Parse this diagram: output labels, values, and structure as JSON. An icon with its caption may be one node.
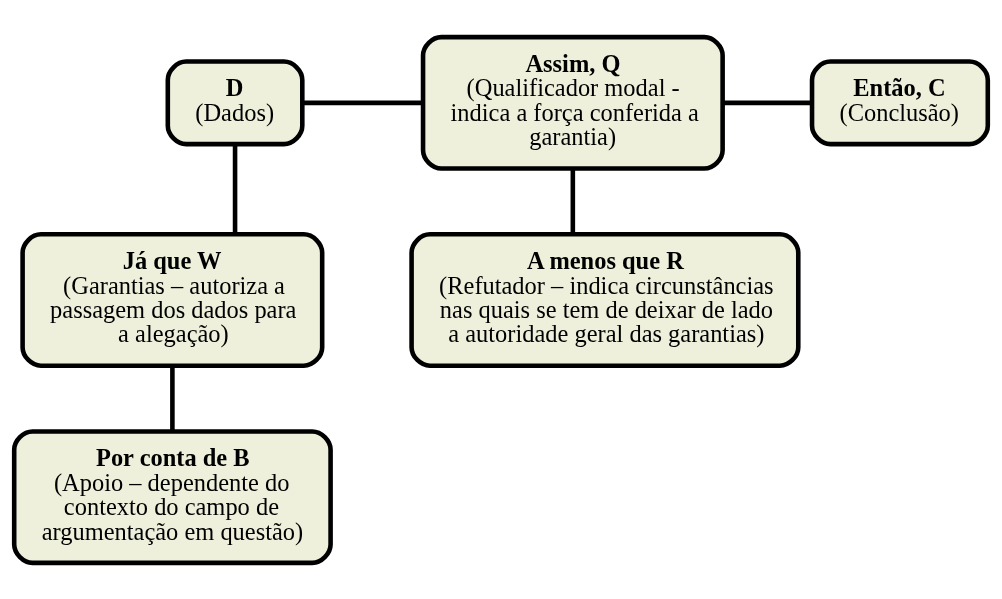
{
  "diagram": {
    "nodes": [
      {
        "text": [
          "D",
          "(Dados)"
        ]
      },
      {
        "text": [
          "Assim, Q",
          "(Qualificador modal - indica a força conferida a garantia)"
        ]
      },
      {
        "text": [
          "Então, C",
          "(Conclusão)"
        ]
      },
      {
        "text": [
          "Já que W",
          "(Garantias – autoriza a passagem dos dados para a alegação)"
        ]
      },
      {
        "text": [
          "A menos que R",
          "(Refutador – indica circunstâncias nas quais se tem de deixar de lado a autoridade geral das garantias)"
        ]
      },
      {
        "text": [
          "Por conta de B",
          "(Apoio – dependente do contexto do campo de argumentação em questão)"
        ]
      }
    ],
    "edges": [
      {
        "from": 0,
        "to": 1,
        "arrow": "none"
      },
      {
        "from": 1,
        "to": 2,
        "arrow": "none"
      },
      {
        "from": 0,
        "to": 3,
        "arrow": "none"
      },
      {
        "from": 1,
        "to": 4,
        "arrow": "none"
      },
      {
        "from": 3,
        "to": 5,
        "arrow": "none"
      }
    ]
  }
}
